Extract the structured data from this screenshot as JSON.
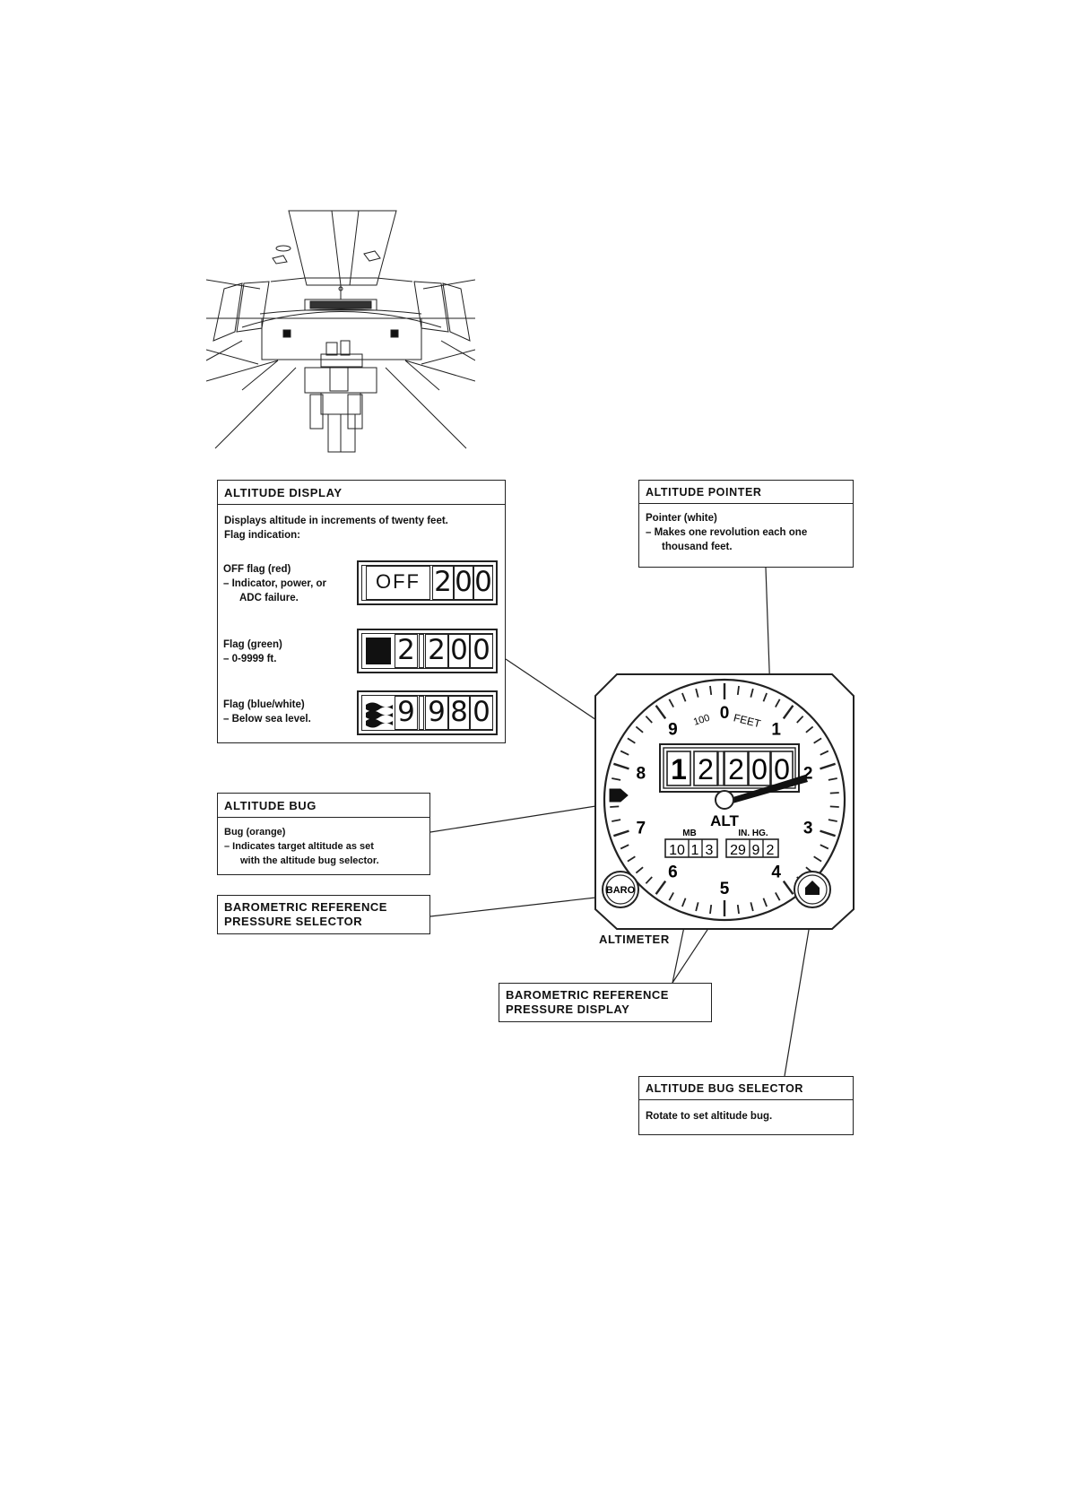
{
  "altitude_display": {
    "title": "ALTITUDE DISPLAY",
    "line1": "Displays altitude in increments of twenty feet.",
    "line2": "Flag indication:",
    "off_flag_title": "OFF flag (red)",
    "off_flag_desc_1": "–  Indicator, power, or",
    "off_flag_desc_2": "ADC failure.",
    "green_flag_title": "Flag (green)",
    "green_flag_desc": "–  0-9999 ft.",
    "blue_flag_title": "Flag (blue/white)",
    "blue_flag_desc": "–  Below sea level.",
    "off_counter": {
      "flag_text": "OFF",
      "d1": "2",
      "d2": "0",
      "d3": "0"
    },
    "green_counter": {
      "d1": "2",
      "d2": "2",
      "d3": "0",
      "d4": "0"
    },
    "blue_counter": {
      "d1": "9",
      "d2": "9",
      "d3": "8",
      "d4": "0"
    }
  },
  "altitude_pointer": {
    "title": "ALTITUDE POINTER",
    "line1": "Pointer (white)",
    "line2": "–  Makes one revolution each one",
    "line3": "thousand feet."
  },
  "altitude_bug": {
    "title": "ALTITUDE BUG",
    "line1": "Bug (orange)",
    "line2": "–  Indicates target altitude as set",
    "line3": "with the altitude bug selector."
  },
  "baro_selector": {
    "title_1": "BAROMETRIC REFERENCE",
    "title_2": "PRESSURE SELECTOR"
  },
  "baro_display": {
    "title_1": "BAROMETRIC REFERENCE",
    "title_2": "PRESSURE DISPLAY"
  },
  "bug_selector": {
    "title": "ALTITUDE BUG SELECTOR",
    "line1": "Rotate to set altitude bug."
  },
  "altimeter": {
    "caption": "ALTIMETER",
    "dial_numbers": [
      "0",
      "1",
      "2",
      "3",
      "4",
      "5",
      "6",
      "7",
      "8",
      "9"
    ],
    "scale_label_100": "100",
    "scale_label_feet": "FEET",
    "center_label": "ALT",
    "mb_label": "MB",
    "inhg_label": "IN.  HG.",
    "mb_digits": [
      "10",
      "1",
      "3"
    ],
    "inhg_digits": [
      "29",
      "9",
      "2"
    ],
    "main_counter": [
      "1",
      "2",
      "2",
      "0",
      "0"
    ],
    "baro_knob_label": "BARO"
  }
}
